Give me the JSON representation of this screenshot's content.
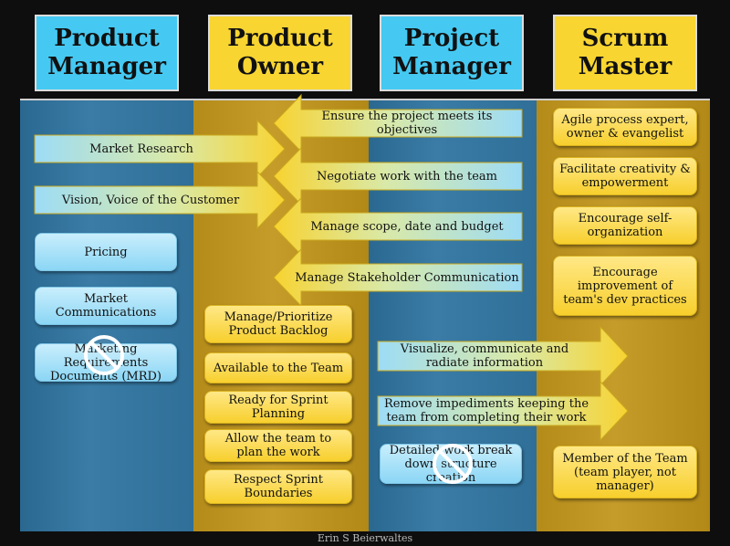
{
  "headers": [
    {
      "label_line1": "Product",
      "label_line2": "Manager"
    },
    {
      "label_line1": "Product",
      "label_line2": "Owner"
    },
    {
      "label_line1": "Project",
      "label_line2": "Manager"
    },
    {
      "label_line1": "Scrum",
      "label_line2": "Master"
    }
  ],
  "arrows_right_pm": [
    "Market Research",
    "Vision, Voice of the Customer"
  ],
  "arrows_left_projm": [
    "Ensure the project meets its objectives",
    "Negotiate work with the team",
    "Manage scope, date and budget",
    "Manage Stakeholder Communication"
  ],
  "arrows_right_projm": [
    "Visualize, communicate and radiate information",
    "Remove impediments keeping the team from completing their work"
  ],
  "product_manager_boxes": [
    "Pricing",
    "Market Communications",
    "Marketing Requirements Documents (MRD)"
  ],
  "product_owner_boxes": [
    "Manage/Prioritize Product Backlog",
    "Available to the Team",
    "Ready for Sprint Planning",
    "Allow the team to plan the work",
    "Respect Sprint Boundaries"
  ],
  "project_manager_boxes": [
    "Detailed work break down structure creation"
  ],
  "scrum_master_boxes": [
    "Agile process expert, owner & evangelist",
    "Facilitate creativity & empowerment",
    "Encourage self-organization",
    "Encourage improvement of team's dev practices",
    "Member of the Team (team player, not manager)"
  ],
  "credit": "Erin S Beierwaltes",
  "colors": {
    "header_blue": "#45c9f2",
    "header_yellow": "#f8d531",
    "band_blue": "#3a7ca6",
    "band_gold": "#c59c2a"
  },
  "icons": {
    "excluded": "no-sign-icon"
  }
}
